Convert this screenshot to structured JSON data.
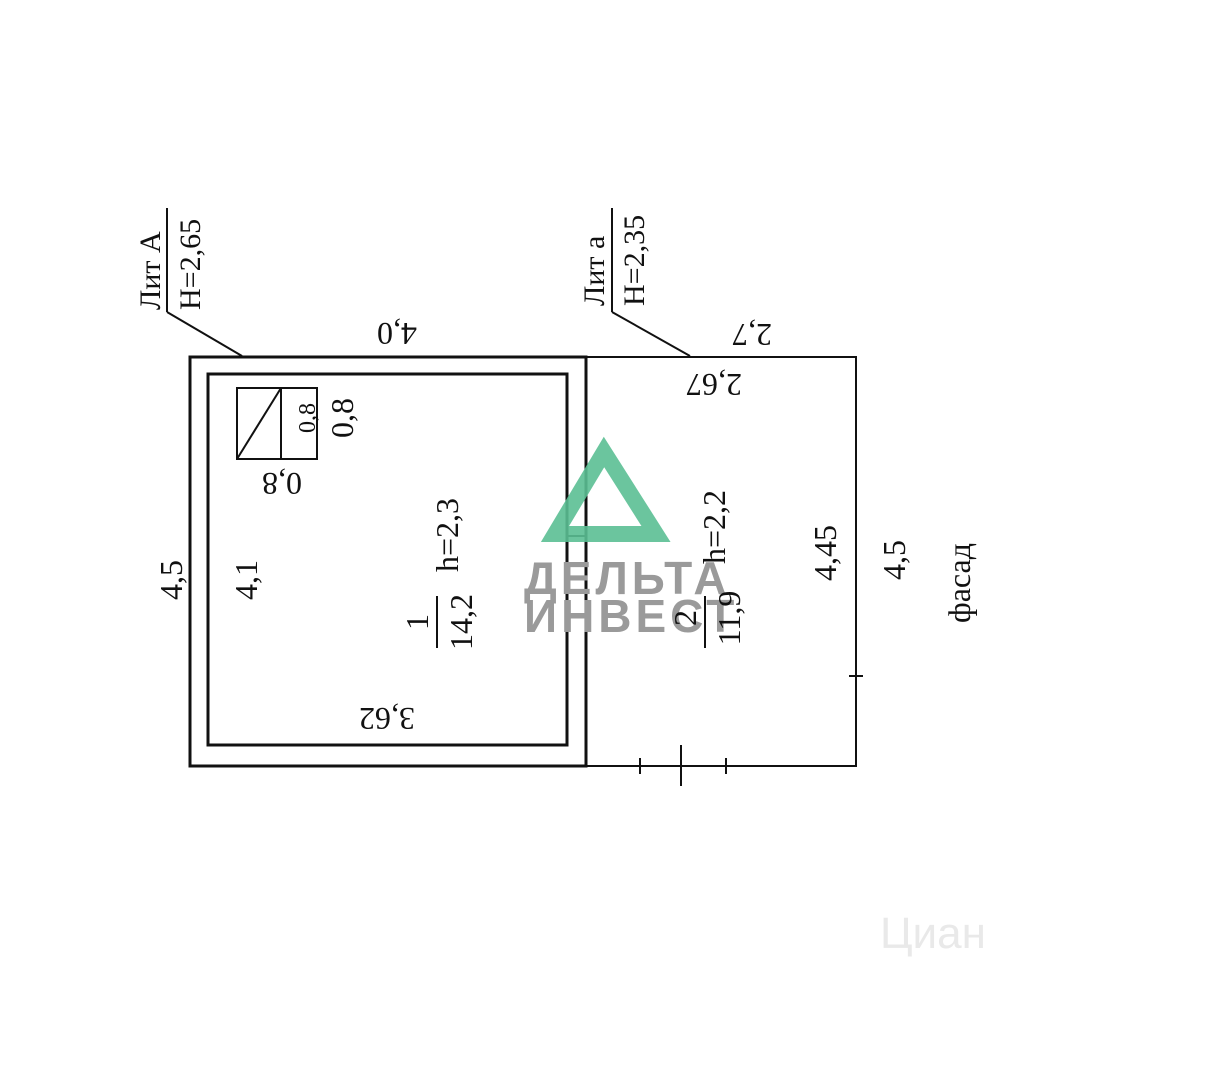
{
  "lit_a_main": {
    "name": "Лит А",
    "height": "H=2,65"
  },
  "lit_a_annex": {
    "name": "Лит а",
    "height": "H=2,35"
  },
  "dims": {
    "outer_width_a": "4,0",
    "outer_height_a": "4,5",
    "inner_height_a": "4,1",
    "inner_width_a": "3,62",
    "annex_outer_width": "2,7",
    "annex_inner_width": "2,67",
    "annex_inner_height": "4,45",
    "annex_outer_height": "4,5",
    "stove_w": "0,8",
    "stove_h": "0,8",
    "stove_h2": "0,8"
  },
  "rooms": [
    {
      "number": "1",
      "area": "14,2",
      "height": "h=2,3"
    },
    {
      "number": "2",
      "area": "11,9",
      "height": "h=2,2"
    }
  ],
  "facade": "фасад",
  "watermark": {
    "line1": "ДЕЛЬТА",
    "line2": "ИНВЕСТ",
    "color": "#5bbf94"
  },
  "cian": "Циан"
}
